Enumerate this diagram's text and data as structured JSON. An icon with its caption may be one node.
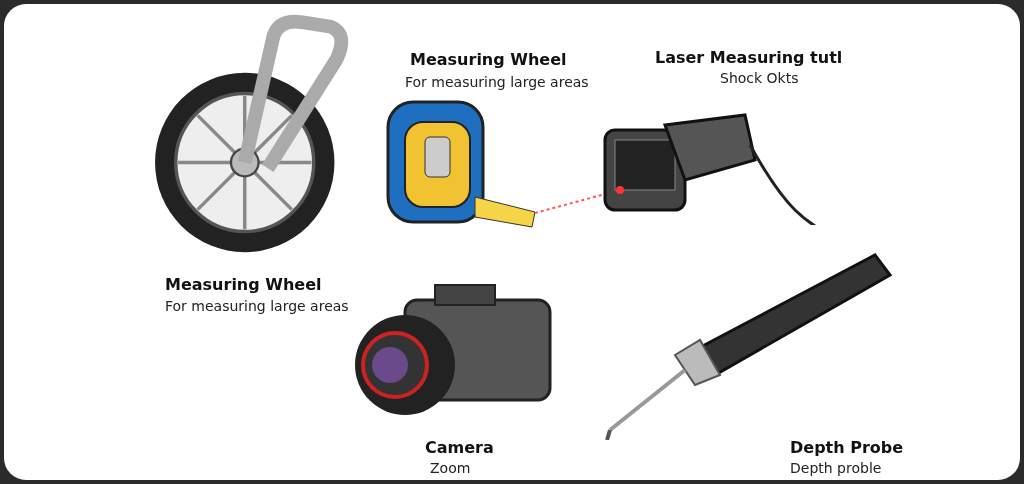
{
  "diagram": {
    "nodes": [
      {
        "text": [
          "Measuring Wheel",
          "For measuring large areas"
        ]
      },
      {
        "text": [
          "Measuring Wheel",
          "For measuring large areas"
        ]
      },
      {
        "text": [
          "Laser Measuring tutl",
          "Shock Okts"
        ]
      },
      {
        "text": [
          "Camera",
          "Zoom"
        ]
      },
      {
        "text": [
          "Depth Probe",
          "Depth proble"
        ]
      }
    ]
  }
}
